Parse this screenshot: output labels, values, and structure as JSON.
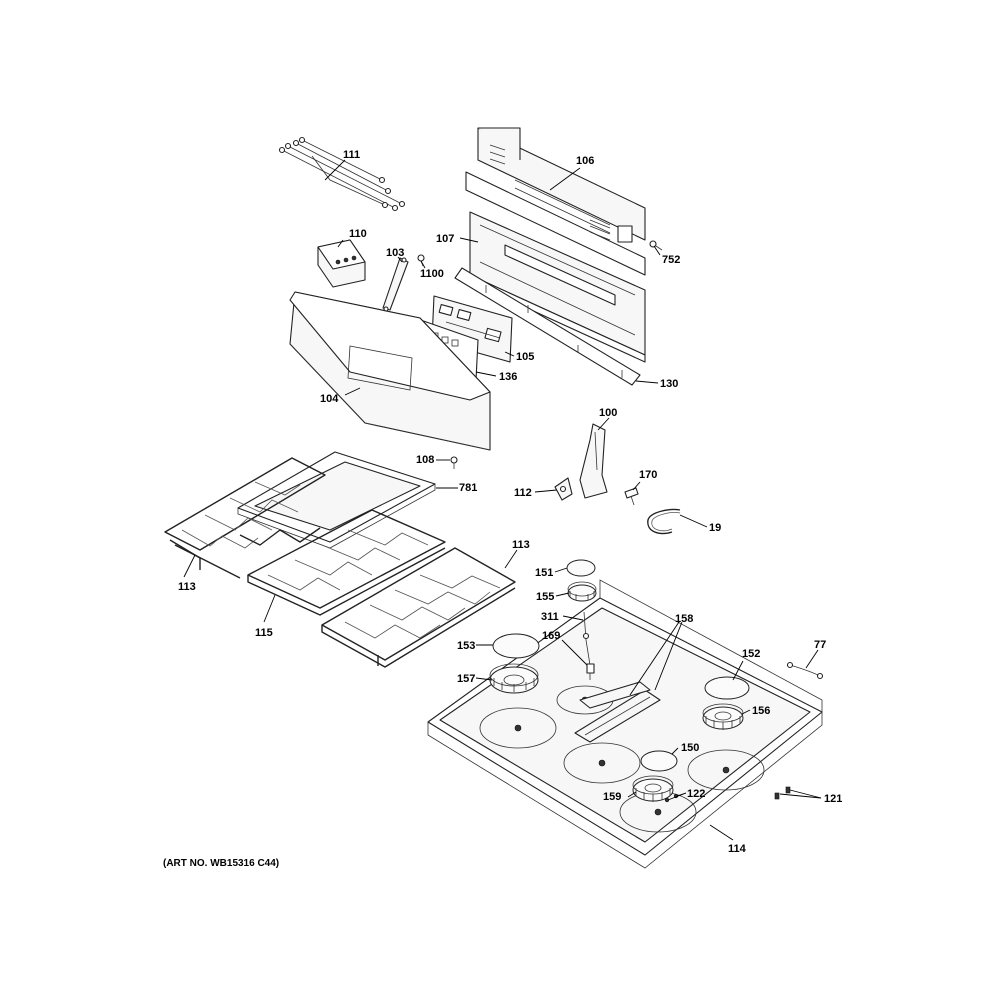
{
  "callouts": {
    "c111": "111",
    "c106": "106",
    "c110": "110",
    "c103": "103",
    "c1100": "1100",
    "c107": "107",
    "c752": "752",
    "c105": "105",
    "c136": "136",
    "c130": "130",
    "c104": "104",
    "c100": "100",
    "c108": "108",
    "c781": "781",
    "c170": "170",
    "c112": "112",
    "c19": "19",
    "c113a": "113",
    "c113b": "113",
    "c115": "115",
    "c151": "151",
    "c155": "155",
    "c311": "311",
    "c158": "158",
    "c153": "153",
    "c169": "169",
    "c77": "77",
    "c152": "152",
    "c157": "157",
    "c156": "156",
    "c150": "150",
    "c159": "159",
    "c122": "122",
    "c121": "121",
    "c114": "114"
  },
  "footer": {
    "art_number": "(ART NO. WB15316 C44)"
  }
}
